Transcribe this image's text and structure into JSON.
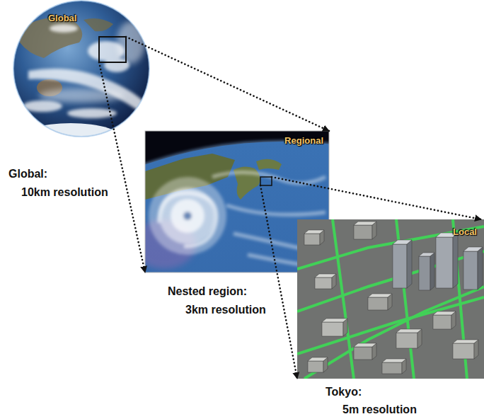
{
  "diagram": {
    "nodes": [
      {
        "text": [
          "Global"
        ]
      },
      {
        "text": [
          "Regional"
        ]
      },
      {
        "text": [
          "Local"
        ]
      }
    ],
    "edges": [
      {
        "from": 0,
        "to": 1,
        "arrow": "to"
      },
      {
        "from": 0,
        "to": 1,
        "arrow": "to"
      },
      {
        "from": 1,
        "to": 2,
        "arrow": "to"
      },
      {
        "from": 1,
        "to": 2,
        "arrow": "to"
      }
    ],
    "labels": [
      "Global:",
      "10km resolution",
      "Nested region:",
      "3km resolution",
      "Tokyo:",
      "5m resolution"
    ]
  }
}
